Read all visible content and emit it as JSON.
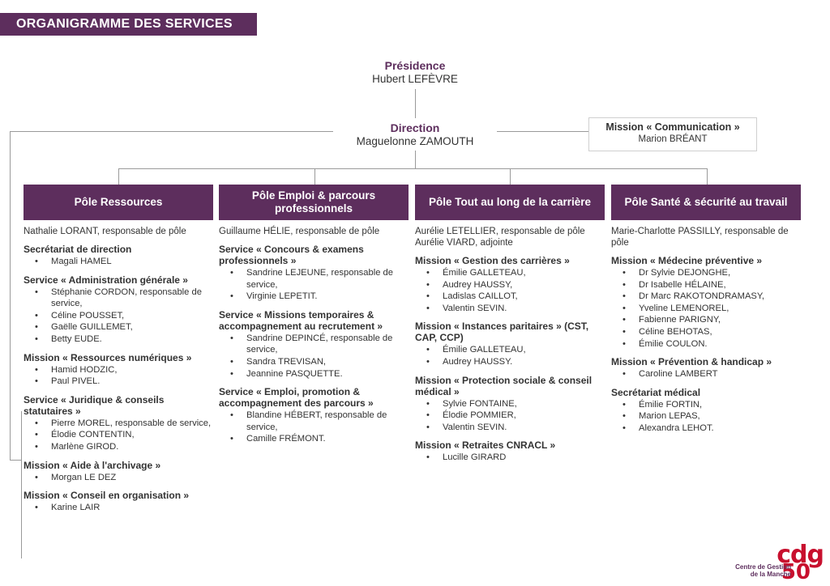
{
  "title": "ORGANIGRAMME DES SERVICES",
  "presidence": {
    "role": "Présidence",
    "name": "Hubert LEFÈVRE"
  },
  "direction": {
    "role": "Direction",
    "name": "Maguelonne ZAMOUTH"
  },
  "communication": {
    "role": "Mission « Communication »",
    "name": "Marion BRÉANT"
  },
  "poles": [
    {
      "title": "Pôle Ressources",
      "lead": "Nathalie LORANT, responsable de pôle",
      "sections": [
        {
          "title": "Secrétariat de direction",
          "members": [
            "Magali HAMEL"
          ]
        },
        {
          "title": "Service « Administration générale »",
          "members": [
            "Stéphanie CORDON, responsable de service,",
            "Céline POUSSET,",
            "Gaëlle GUILLEMET,",
            "Betty EUDE."
          ]
        },
        {
          "title": "Mission « Ressources numériques »",
          "members": [
            "Hamid HODZIC,",
            "Paul PIVEL."
          ]
        },
        {
          "title": "Service « Juridique & conseils statutaires »",
          "members": [
            "Pierre MOREL, responsable de service,",
            "Élodie CONTENTIN,",
            "Marlène GIROD."
          ]
        },
        {
          "title": "Mission « Aide à l'archivage »",
          "members": [
            "Morgan LE DEZ"
          ]
        },
        {
          "title": "Mission « Conseil en organisation »",
          "members": [
            "Karine LAIR"
          ]
        }
      ]
    },
    {
      "title": "Pôle Emploi & parcours professionnels",
      "lead": "Guillaume HÉLIE, responsable de pôle",
      "sections": [
        {
          "title": "Service « Concours & examens professionnels »",
          "members": [
            "Sandrine LEJEUNE, responsable de service,",
            "Virginie LEPETIT."
          ]
        },
        {
          "title": "Service « Missions temporaires & accompagnement au recrutement »",
          "members": [
            "Sandrine DEPINCÉ, responsable de service,",
            "Sandra TREVISAN,",
            "Jeannine PASQUETTE."
          ]
        },
        {
          "title": "Service « Emploi, promotion & accompagnement des parcours »",
          "members": [
            "Blandine HÉBERT, responsable de service,",
            "Camille FRÉMONT."
          ]
        }
      ]
    },
    {
      "title": "Pôle Tout au long de la carrière",
      "lead": "Aurélie LETELLIER, responsable de pôle Aurélie VIARD, adjointe",
      "sections": [
        {
          "title": "Mission « Gestion des carrières »",
          "members": [
            "Émilie GALLETEAU,",
            "Audrey HAUSSY,",
            "Ladislas CAILLOT,",
            "Valentin SEVIN."
          ]
        },
        {
          "title": "Mission « Instances paritaires » (CST, CAP, CCP)",
          "members": [
            "Émilie GALLETEAU,",
            "Audrey HAUSSY."
          ]
        },
        {
          "title": "Mission « Protection sociale & conseil médical »",
          "members": [
            "Sylvie FONTAINE,",
            "Élodie POMMIER,",
            "Valentin SEVIN."
          ]
        },
        {
          "title": "Mission « Retraites CNRACL »",
          "members": [
            "Lucille GIRARD"
          ]
        }
      ]
    },
    {
      "title": "Pôle Santé & sécurité au travail",
      "lead": "Marie-Charlotte PASSILLY, responsable de pôle",
      "sections": [
        {
          "title": "Mission « Médecine préventive »",
          "members": [
            "Dr Sylvie DEJONGHE,",
            "Dr Isabelle HÉLAINE,",
            "Dr Marc RAKOTONDRAMASY,",
            "Yveline LEMENOREL,",
            "Fabienne PARIGNY,",
            "Céline BEHOTAS,",
            "Émilie COULON."
          ]
        },
        {
          "title": "Mission « Prévention & handicap »",
          "members": [
            "Caroline LAMBERT"
          ]
        },
        {
          "title": "Secrétariat médical",
          "members": [
            "Émilie FORTIN,",
            "Marion LEPAS,",
            "Alexandra LEHOT."
          ]
        }
      ]
    }
  ],
  "logo": {
    "brand": "cdg",
    "number": "50",
    "caption": "Centre de Gestion de la Manche"
  },
  "colors": {
    "primary": "#5d2e5d",
    "logo_red": "#c8102e",
    "connector": "#9a9a9a"
  }
}
